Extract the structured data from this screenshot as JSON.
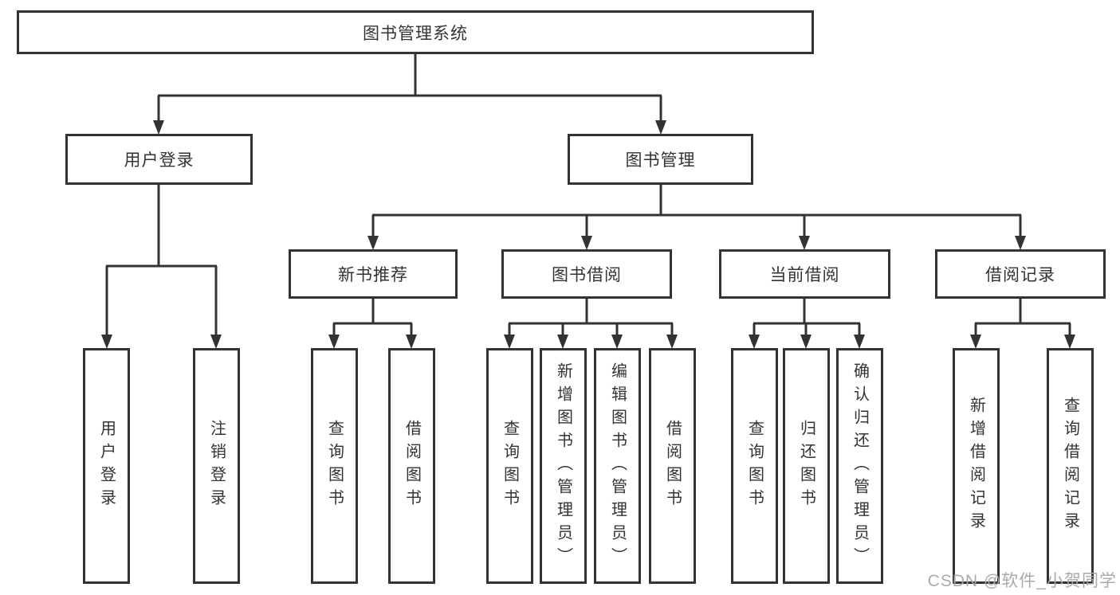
{
  "tree": {
    "label": "图书管理系统",
    "children": [
      {
        "label": "用户登录",
        "children": [
          {
            "label": "用户登录"
          },
          {
            "label": "注销登录"
          }
        ]
      },
      {
        "label": "图书管理",
        "children": [
          {
            "label": "新书推荐",
            "children": [
              {
                "label": "查询图书"
              },
              {
                "label": "借阅图书"
              }
            ]
          },
          {
            "label": "图书借阅",
            "children": [
              {
                "label": "查询图书"
              },
              {
                "label": "新增图书（管理员）"
              },
              {
                "label": "编辑图书（管理员）"
              },
              {
                "label": "借阅图书"
              }
            ]
          },
          {
            "label": "当前借阅",
            "children": [
              {
                "label": "查询图书"
              },
              {
                "label": "归还图书"
              },
              {
                "label": "确认归还（管理员）"
              }
            ]
          },
          {
            "label": "借阅记录",
            "children": [
              {
                "label": "新增借阅记录"
              },
              {
                "label": "查询借阅记录"
              }
            ]
          }
        ]
      }
    ]
  },
  "watermark": {
    "text": "CSDN @软件_小贺同学"
  },
  "colors": {
    "line": "#333333",
    "watermark": "#a5a5a5"
  }
}
